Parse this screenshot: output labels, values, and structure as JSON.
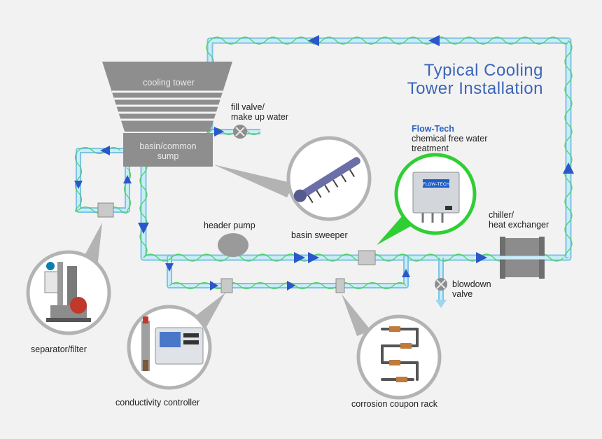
{
  "title": {
    "line1": "Typical Cooling",
    "line2": "Tower Installation"
  },
  "labels": {
    "cooling_tower": "cooling tower",
    "basin_line1": "basin/common",
    "basin_line2": "sump",
    "fill_valve_line1": "fill valve/",
    "fill_valve_line2": "make up water",
    "flowtech_name": "Flow-Tech",
    "flowtech_line1": "chemical free water",
    "flowtech_line2": "treatment",
    "header_pump": "header pump",
    "basin_sweeper": "basin sweeper",
    "chiller_line1": "chiller/",
    "chiller_line2": "heat exchanger",
    "blowdown_line1": "blowdown",
    "blowdown_line2": "valve",
    "separator_filter": "separator/filter",
    "conductivity_controller": "conductivity controller",
    "corrosion_coupon_rack": "corrosion coupon rack"
  },
  "device": {
    "brand": "FLOW-TECH"
  },
  "colors": {
    "pipe": "#9fd6ee",
    "pipe_edge": "#7fc3e3",
    "wave": "#3fcf52",
    "arrow": "#2c57c8",
    "tower": "#8e8e8e",
    "callout_ring": "#b3b3b3",
    "flowtech_ring": "#2fcf33",
    "title": "#3a66b8"
  }
}
